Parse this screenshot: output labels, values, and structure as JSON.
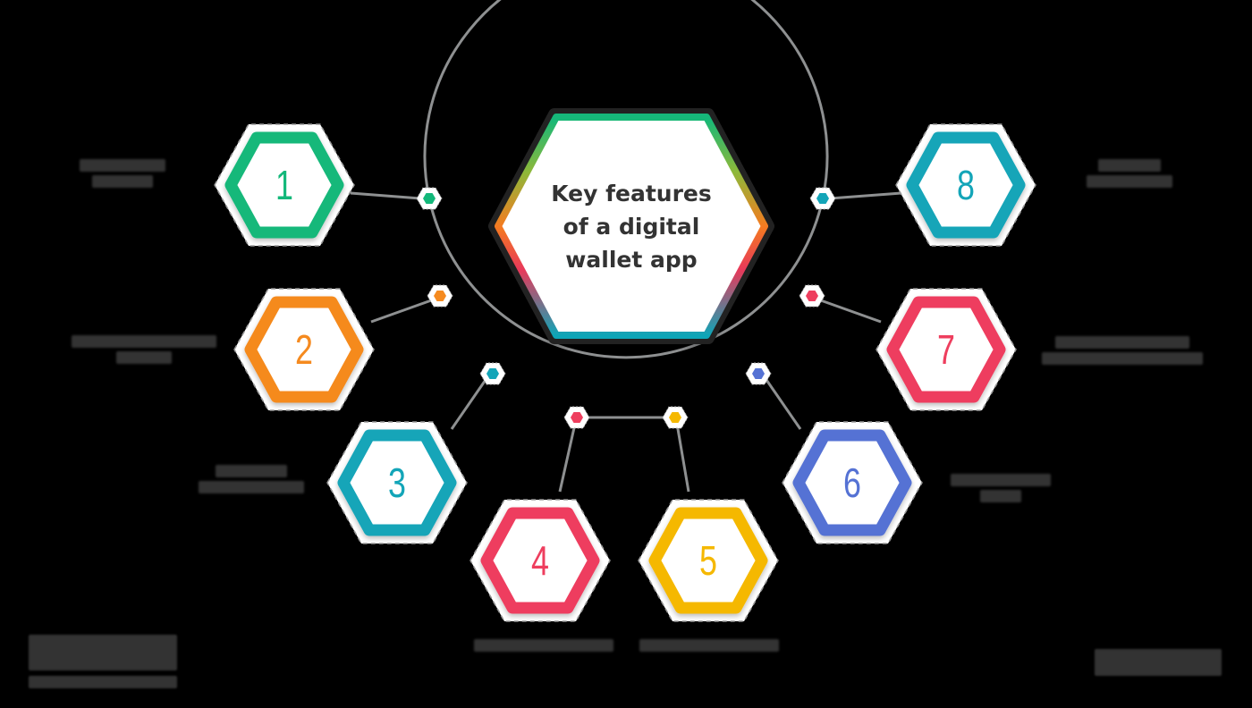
{
  "diagram": {
    "title": "Key features of a digital wallet app",
    "title_lines": [
      "Key features",
      "of a digital",
      "wallet app"
    ],
    "center_gradient_colors": [
      "#13B87A",
      "#0EA5B7",
      "#E8395A",
      "#6B5BD6",
      "#F2B705",
      "#F47B20"
    ],
    "features": [
      {
        "number": "1",
        "color": "#13B87A",
        "label": "[redacted]"
      },
      {
        "number": "2",
        "color": "#F58A1F",
        "label": "[redacted]"
      },
      {
        "number": "3",
        "color": "#13A5B8",
        "label": "[redacted]"
      },
      {
        "number": "4",
        "color": "#EE3E5E",
        "label": "[redacted]"
      },
      {
        "number": "5",
        "color": "#F5B800",
        "label": "[redacted]"
      },
      {
        "number": "6",
        "color": "#5572D4",
        "label": "[redacted]"
      },
      {
        "number": "7",
        "color": "#EE3E5E",
        "label": "[redacted]"
      },
      {
        "number": "8",
        "color": "#13A5B8",
        "label": "[redacted]"
      }
    ],
    "connector_color": "#8E9091",
    "text_color": "#333333"
  },
  "branding": {
    "logo_left": "[redacted]",
    "logo_right": "[redacted]"
  }
}
